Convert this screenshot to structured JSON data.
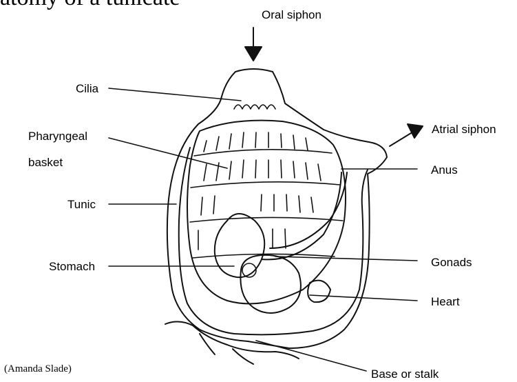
{
  "title": "atomy of a tunicate",
  "labels": {
    "oral_siphon": "Oral siphon",
    "atrial_siphon": "Atrial siphon",
    "cilia": "Cilia",
    "pharyngeal_line1": "Pharyngeal",
    "pharyngeal_line2": "basket",
    "anus": "Anus",
    "tunic": "Tunic",
    "stomach": "Stomach",
    "gonads": "Gonads",
    "heart": "Heart",
    "base": "Base or stalk"
  },
  "credit": "(Amanda Slade)"
}
